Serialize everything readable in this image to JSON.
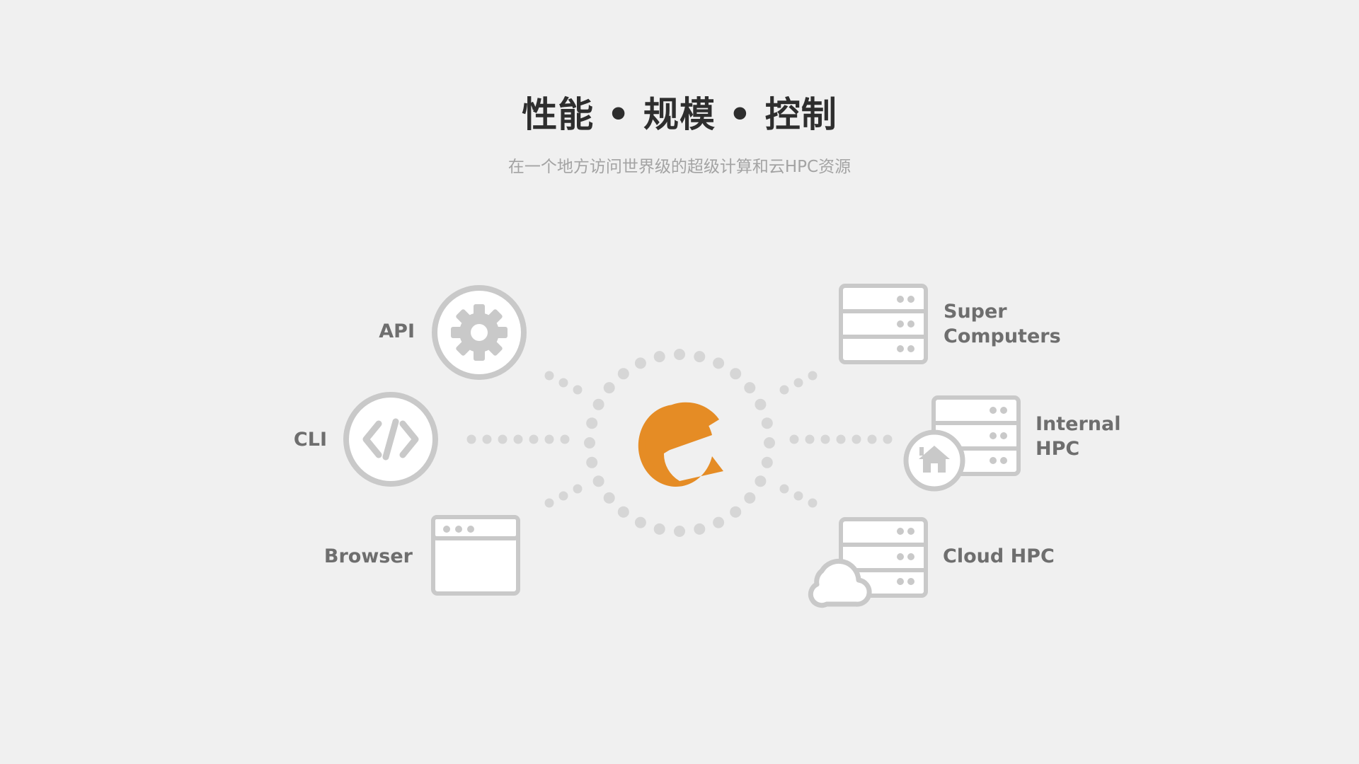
{
  "header": {
    "title": "性能 • 规模 • 控制",
    "subtitle": "在一个地方访问世界级的超级计算和云HPC资源"
  },
  "left_nodes": {
    "api": "API",
    "cli": "CLI",
    "browser": "Browser"
  },
  "right_nodes": {
    "super_computers": [
      "Super",
      "Computers"
    ],
    "internal_hpc": [
      "Internal",
      "HPC"
    ],
    "cloud_hpc": "Cloud HPC"
  },
  "colors": {
    "background": "#f0f0f0",
    "icon_gray": "#c9c9c9",
    "dot_gray": "#d6d6d6",
    "label_gray": "#6e6e6e",
    "accent_orange": "#e58c25"
  },
  "icons": {
    "center": "e-logo-icon",
    "api": "gear-icon",
    "cli": "code-icon",
    "browser": "browser-window-icon",
    "super_computers": "server-rack-icon",
    "internal_hpc": "server-home-icon",
    "cloud_hpc": "server-cloud-icon"
  }
}
